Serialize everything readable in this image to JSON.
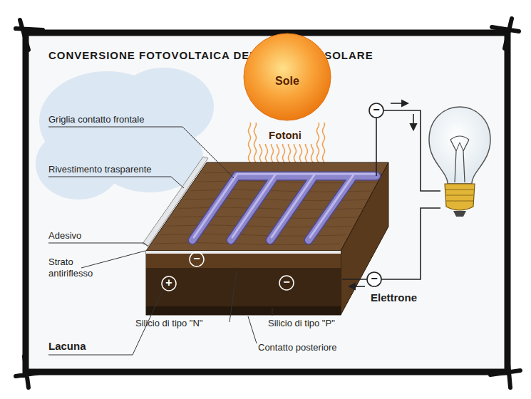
{
  "diagram": {
    "title": "CONVERSIONE FOTOVOLTAICA DELL'ENERGIA SOLARE",
    "nodes": [
      {
        "text": [
          "Sole"
        ]
      }
    ],
    "labels": [
      "Griglia contatto frontale",
      "Rivestimento trasparente",
      "Adesivo",
      "Strato antiriflesso",
      "Fotoni",
      "−",
      "+",
      "−",
      "−",
      "−",
      "Elettrone",
      "Silicio di tipo \"N\"",
      "Silicio di tipo \"P\"",
      "Lacuna",
      "Contatto posteriore"
    ]
  }
}
